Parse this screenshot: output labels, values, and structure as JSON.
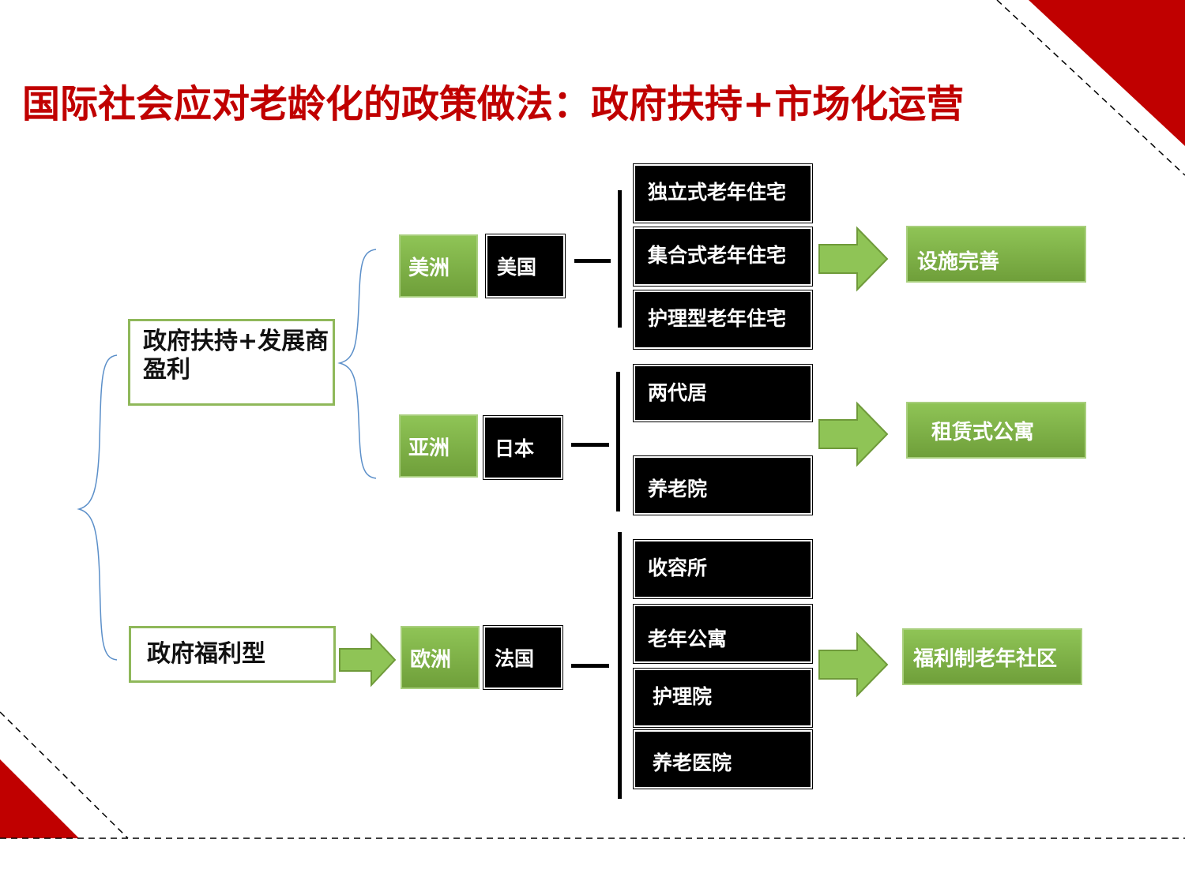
{
  "title": "国际社会应对老龄化的政策做法：政府扶持+市场化运营",
  "colors": {
    "accent": "#c00000",
    "green": "#7cb342",
    "black": "#000000"
  },
  "left": {
    "support": "政府扶持+发展商盈利",
    "welfare": "政府福利型"
  },
  "regions": {
    "americas": {
      "continent": "美洲",
      "country": "美国"
    },
    "asia": {
      "continent": "亚洲",
      "country": "日本"
    },
    "europe": {
      "continent": "欧洲",
      "country": "法国"
    }
  },
  "housing": {
    "us": [
      "独立式老年住宅",
      "集合式老年住宅",
      "护理型老年住宅"
    ],
    "jp": [
      "两代居",
      "养老院"
    ],
    "fr": [
      "收容所",
      "老年公寓",
      "护理院",
      "养老医院"
    ]
  },
  "results": {
    "us": "设施完善",
    "jp": "租赁式公寓",
    "fr": "福利制老年社区"
  }
}
